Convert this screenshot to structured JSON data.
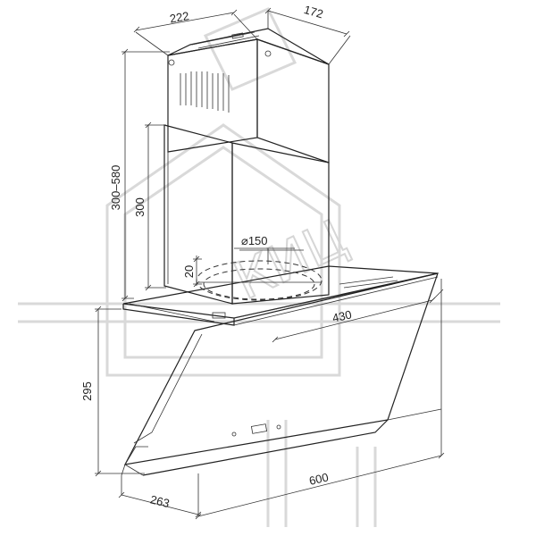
{
  "dimensions": {
    "chimney_width": "222",
    "chimney_depth": "172",
    "chimney_height_range": "300–580",
    "lower_chimney_height": "300",
    "outlet_diameter": "⌀150",
    "outlet_offset": "20",
    "hood_depth": "430",
    "hood_height": "295",
    "hood_width": "600",
    "front_depth": "263"
  },
  "watermark_text": "КИЦ"
}
